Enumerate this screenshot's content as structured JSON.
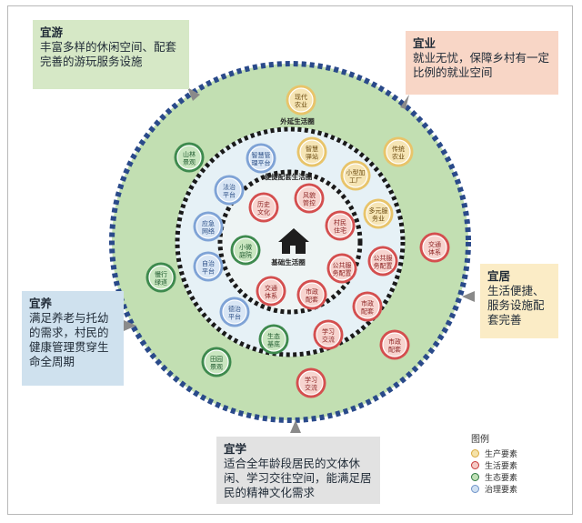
{
  "colors": {
    "outer_green": "#c2dfb2",
    "middle_fill": "#e6f1f6",
    "inner_fill": "#eef4f4",
    "dash_blue": "#2a4a8a",
    "dots_black": "#1a1a1a",
    "production": "#e8c46a",
    "living": "#d44f4f",
    "ecology": "#3e8a4e",
    "governance": "#7fa3d6"
  },
  "callouts": {
    "you": {
      "title": "宜游",
      "text": "丰富多样的休闲空间、配套完善的游玩服务设施"
    },
    "ye": {
      "title": "宜业",
      "text": "就业无忧，保障乡村有一定比例的就业空间"
    },
    "ju": {
      "title": "宜居",
      "text": "生活便捷、服务设施配套完善"
    },
    "yang": {
      "title": "宜养",
      "text": "满足养老与托幼的需求，村民的健康管理贯穿生命全周期"
    },
    "xue": {
      "title": "宜学",
      "text": "适合全年龄段居民的文体休闲、学习交往空间，能满足居民的精神文化需求"
    }
  },
  "rings": {
    "outer_label": "外延生活圈",
    "middle_label": "便捷配套生活圈",
    "core_label": "基础生活圈"
  },
  "nodes": [
    {
      "key": "modern-agriculture",
      "label": "现代\n农业",
      "type": "production"
    },
    {
      "key": "smart-station",
      "label": "智慧\n驿站",
      "type": "production"
    },
    {
      "key": "traditional-agriculture",
      "label": "传统\n农业",
      "type": "production"
    },
    {
      "key": "small-processing",
      "label": "小型加\n工厂",
      "type": "production"
    },
    {
      "key": "diversified-services",
      "label": "多元服\n务业",
      "type": "production"
    },
    {
      "key": "forest-landscape",
      "label": "山林\n景观",
      "type": "ecology"
    },
    {
      "key": "smart-management",
      "label": "智慧管\n理平台",
      "type": "governance"
    },
    {
      "key": "rule-of-law",
      "label": "法治\n平台",
      "type": "governance"
    },
    {
      "key": "historic-culture",
      "label": "历史\n文化",
      "type": "living"
    },
    {
      "key": "customs-control",
      "label": "风貌\n管控",
      "type": "living"
    },
    {
      "key": "villager-housing",
      "label": "村民\n住宅",
      "type": "living"
    },
    {
      "key": "emergency-network",
      "label": "应急\n网络",
      "type": "governance"
    },
    {
      "key": "micro-garden",
      "label": "小微\n庭院",
      "type": "ecology"
    },
    {
      "key": "public-services",
      "label": "公共服\n务配置",
      "type": "living"
    },
    {
      "key": "public-services-2",
      "label": "公共服\n务配置",
      "type": "living"
    },
    {
      "key": "transport-system-east",
      "label": "交通\n体系",
      "type": "living"
    },
    {
      "key": "autonomy-platform",
      "label": "自治\n平台",
      "type": "governance"
    },
    {
      "key": "slow-trail",
      "label": "慢行\n绿道",
      "type": "ecology"
    },
    {
      "key": "transport-system",
      "label": "交通\n体系",
      "type": "living"
    },
    {
      "key": "municipal-facilities",
      "label": "市政\n配套",
      "type": "living"
    },
    {
      "key": "municipal-facilities-2",
      "label": "市政\n配套",
      "type": "living"
    },
    {
      "key": "moral-platform",
      "label": "德治\n平台",
      "type": "governance"
    },
    {
      "key": "ecological-base",
      "label": "生态\n基底",
      "type": "ecology"
    },
    {
      "key": "learning-exchange",
      "label": "学习\n交流",
      "type": "living"
    },
    {
      "key": "municipal-facilities-3",
      "label": "市政\n配套",
      "type": "living"
    },
    {
      "key": "pastoral-landscape",
      "label": "田园\n景观",
      "type": "ecology"
    },
    {
      "key": "learning-exchange-2",
      "label": "学习\n交流",
      "type": "living"
    }
  ],
  "legend": {
    "title": "图例",
    "items": [
      {
        "type": "production",
        "label": "生产要素"
      },
      {
        "type": "living",
        "label": "生活要素"
      },
      {
        "type": "ecology",
        "label": "生态要素"
      },
      {
        "type": "governance",
        "label": "治理要素"
      }
    ]
  }
}
